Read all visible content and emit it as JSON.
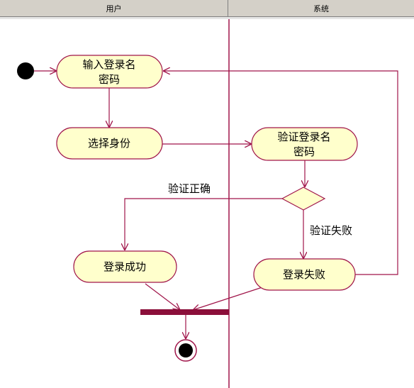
{
  "swimlanes": {
    "left": "用户",
    "right": "系统"
  },
  "activities": {
    "input_login_line1": "输入登录名",
    "input_login_line2": "密码",
    "select_identity": "选择身份",
    "verify_login_line1": "验证登录名",
    "verify_login_line2": "密码",
    "login_success": "登录成功",
    "login_failed": "登录失败"
  },
  "guards": {
    "verify_correct": "验证正确",
    "verify_failed": "验证失败"
  },
  "colors": {
    "line": "#a0154a",
    "node_fill": "#ffffcc",
    "sync_bar": "#8b0f3a",
    "header_bg": "#d4d0c8"
  }
}
